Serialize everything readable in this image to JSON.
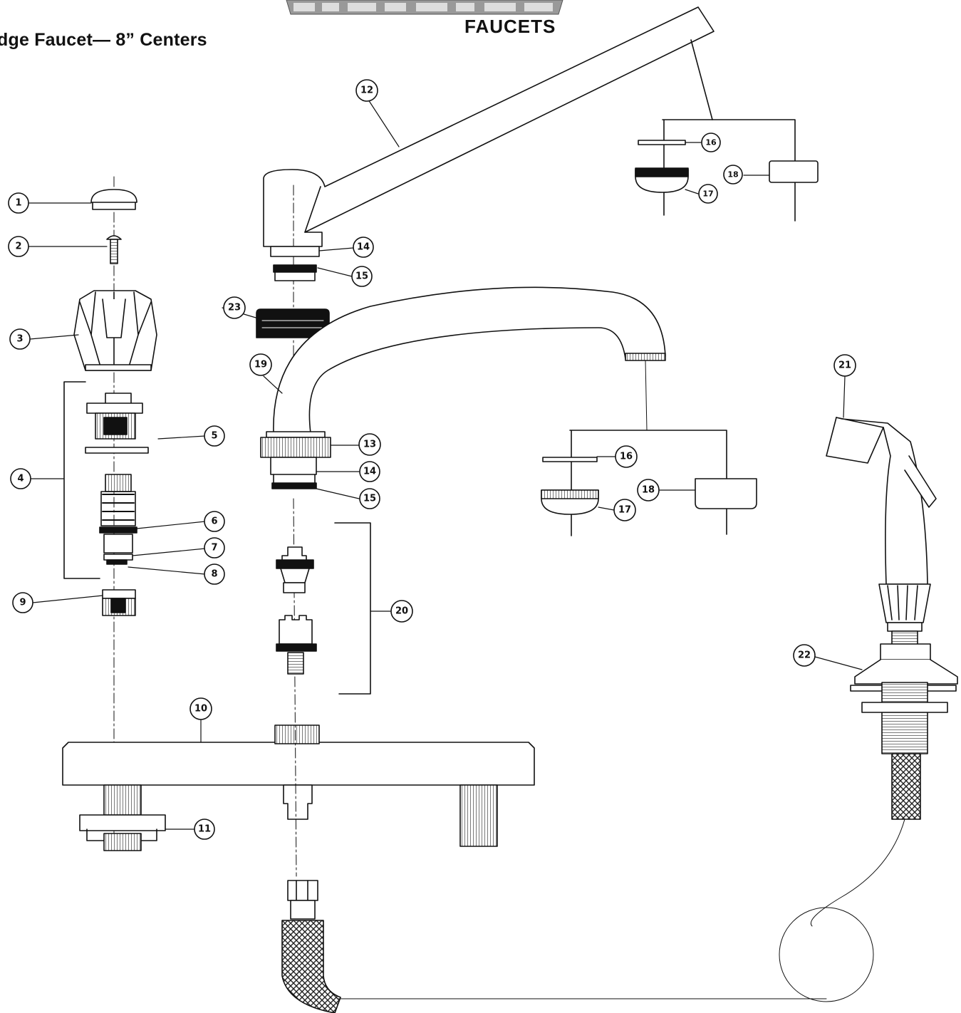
{
  "header": {
    "title": "dge Faucet— 8” Centers",
    "brand_sub": "FAUCETS"
  },
  "callouts": {
    "c1": "1",
    "c2": "2",
    "c3": "3",
    "c4": "4",
    "c5": "5",
    "c6": "6",
    "c7": "7",
    "c8": "8",
    "c9": "9",
    "c10": "10",
    "c11": "11",
    "c12": "12",
    "c13": "13",
    "c14a": "14",
    "c14b": "14",
    "c15a": "15",
    "c15b": "15",
    "c16a": "16",
    "c16b": "16",
    "c17a": "17",
    "c17b": "17",
    "c18a": "18",
    "c18b": "18",
    "c19": "19",
    "c20": "20",
    "c21": "21",
    "c22": "22",
    "c23": "23"
  },
  "colors": {
    "ink": "#111111",
    "paper": "#ffffff"
  }
}
